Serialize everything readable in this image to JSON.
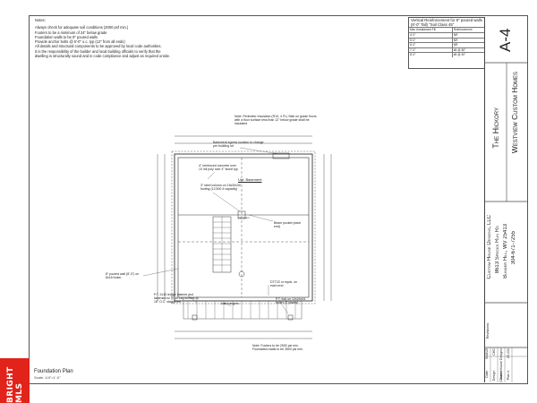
{
  "notes": {
    "header": "Notes:",
    "lines": [
      "Always check for adequate soil conditions (2000 psf min.)",
      "Footers to be a minimum of 24\" below grade",
      "Foundation walls to be 8\" poured walls",
      "Provide anchor bolts @ 6'-0\" o.c. typ (12\" from all ends)",
      "All details and structural components to be approved by local code authorities.",
      "It is the responsibility of the builder and local building officials to verify that the",
      "dwelling is structurally sound and in code compliance and adjust as required onsite."
    ]
  },
  "reinforcement": {
    "title": "Vertical Reinforcement for 8\" poured walls (8'-0\" Tall) \"Soil Class 45\"",
    "col_headers": [
      "Max Unbalanced Fill",
      "Reinforcement"
    ],
    "rows": [
      [
        "4'-0\"",
        "NR"
      ],
      [
        "5'-0\"",
        "NR"
      ],
      [
        "6'-0\"",
        "NR"
      ],
      [
        "7'-0\"",
        "#6 @ 36\""
      ],
      [
        "8'-0\"",
        "#6 @ 30\""
      ]
    ]
  },
  "titleblock": {
    "sheet": "A-4",
    "project": "The Hickory",
    "client": "Westview Custom Homes",
    "designer_lines": [
      "Custom House Designs, LLC",
      "8613 Specks Run Rd",
      "Bunker Hill, WV 25413",
      "304-671-7255"
    ],
    "revisions_label": "Revisions:",
    "info": [
      {
        "label": "Date:",
        "value": "9/18/25"
      },
      {
        "label": "Design:",
        "value": "CHD"
      },
      {
        "label": "Drawn:",
        "value": "Custom House Designs"
      },
      {
        "label": "Plan #:",
        "value": "25-131"
      }
    ]
  },
  "annotations": {
    "perimeter": "Note: Perimeter Insulation (R10- 4 Ft.) Slab on grade floors with a floor surface less than 12\" below grade shall be insulated",
    "egress": "Basement egress location to change per building lot",
    "slab": "4\" reinforced concrete over 10 mil poly over 4\" stone typ",
    "column": "3\" steel column on 15x30x30 footing (12,500 # capacity)",
    "unf_basement": "Unf. Basement",
    "beam_pocket": "Beam pocket (each end)",
    "poured_wall": "8\" poured wall (8'-0\") on 8x16 footer",
    "dttz": "DTT2Z or equiv. on each end",
    "ledger": "P.T. 2x10 ledger flashed and fastened w/ ½\" Ø Lag screws @ 16\" O.C. staggered",
    "joist": "Joist hangers",
    "pt_6x6": "P.T. 6x6 on 12x24x24 footer (2 places)",
    "footers_note": "Note: Footers to be 2500 psi min. Foundation walls to be 3500 psi min.",
    "lvl_beam": "LVL beam"
  },
  "plan": {
    "title": "Foundation Plan",
    "scale": "Scale: 1/4\"=1'-0\""
  },
  "badge": "BRIGHT MLS"
}
